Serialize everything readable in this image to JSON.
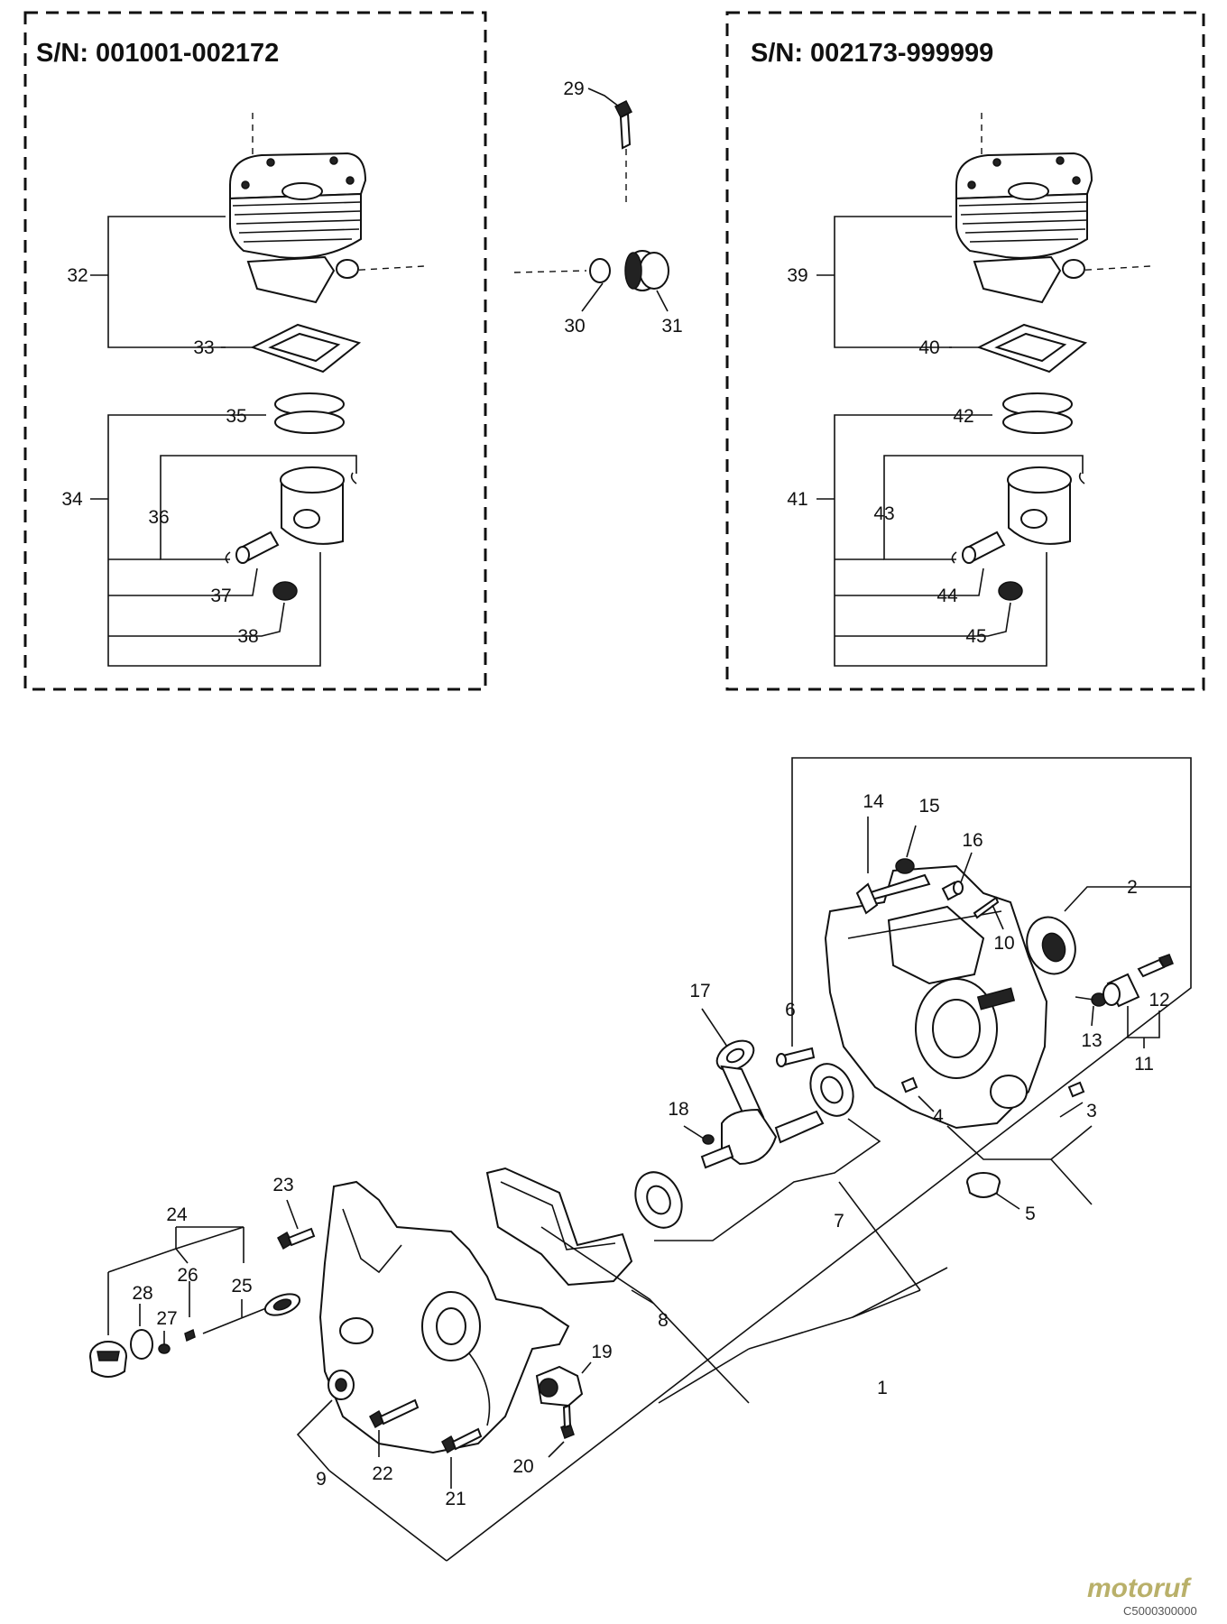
{
  "panels": {
    "left_serial": "S/N:  001001-002172",
    "right_serial": "S/N:  002173-999999"
  },
  "callouts": {
    "c1": "1",
    "c2": "2",
    "c3": "3",
    "c4": "4",
    "c5": "5",
    "c6": "6",
    "c7": "7",
    "c8": "8",
    "c9": "9",
    "c10": "10",
    "c11": "11",
    "c12": "12",
    "c13": "13",
    "c14": "14",
    "c15": "15",
    "c16": "16",
    "c17": "17",
    "c18": "18",
    "c19": "19",
    "c20": "20",
    "c21": "21",
    "c22": "22",
    "c23": "23",
    "c24": "24",
    "c25": "25",
    "c26": "26",
    "c27": "27",
    "c28": "28",
    "c29": "29",
    "c30": "30",
    "c31": "31",
    "c32": "32",
    "c33": "33",
    "c34": "34",
    "c35": "35",
    "c36": "36",
    "c37": "37",
    "c38": "38",
    "c39": "39",
    "c40": "40",
    "c41": "41",
    "c42": "42",
    "c43": "43",
    "c44": "44",
    "c45": "45"
  },
  "watermark": {
    "brand": "motoruf",
    "code": "C5000300000"
  },
  "colors": {
    "line": "#111111",
    "background": "#ffffff",
    "watermark_brand": "#b9b06a",
    "watermark_code": "#555555"
  }
}
